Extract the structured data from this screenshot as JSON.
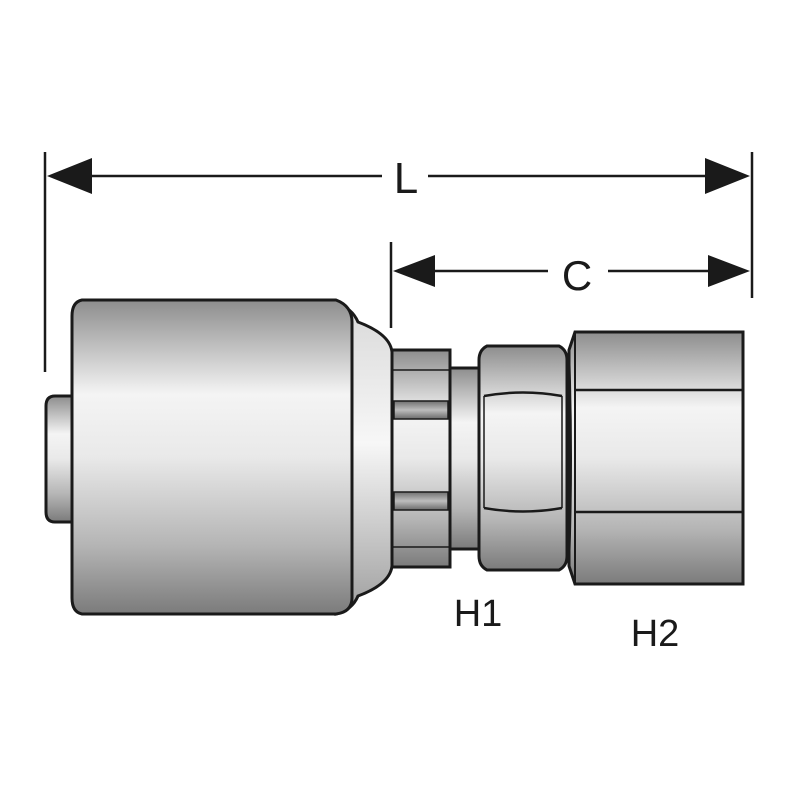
{
  "labels": {
    "overall_length": "L",
    "cut_length": "C",
    "hex_1": "H1",
    "hex_2": "H2"
  },
  "colors": {
    "outline": "#1a1a1a",
    "metal_dark": "#8a8a8a",
    "metal_light": "#f2f2f2",
    "background": "#ffffff"
  }
}
